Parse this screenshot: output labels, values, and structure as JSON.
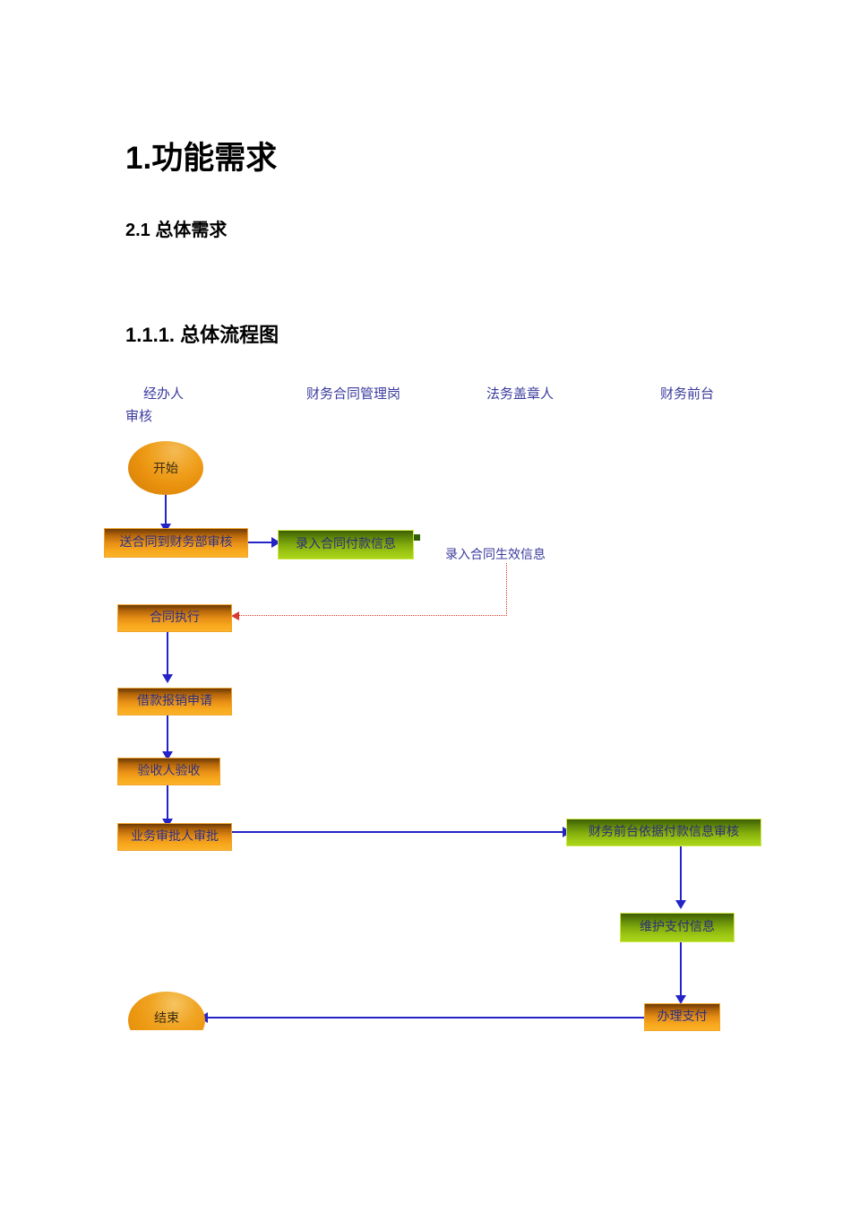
{
  "document": {
    "heading1": "1.功能需求",
    "heading2": "2.1 总体需求",
    "heading3": "1.1.1.   总体流程图"
  },
  "colors": {
    "heading_text": "#000000",
    "lane_header_text": "#3b3b9e",
    "node_orange_fill": "#e89016",
    "node_green_fill": "#84ae0d",
    "node_text": "#2d2d7a",
    "connector_blue": "#2323c8",
    "connector_red_dotted": "#d83a2f"
  },
  "flowchart": {
    "lanes": [
      {
        "id": "lane-operator",
        "label": "经办人",
        "sublabel": "审核"
      },
      {
        "id": "lane-finance-contract",
        "label": "财务合同管理岗",
        "sublabel": ""
      },
      {
        "id": "lane-legal-seal",
        "label": "法务盖章人",
        "sublabel": ""
      },
      {
        "id": "lane-finance-front",
        "label": "财务前台",
        "sublabel": ""
      }
    ],
    "nodes": [
      {
        "id": "start",
        "label": "开始",
        "shape": "ellipse",
        "color": "orange"
      },
      {
        "id": "send-contract",
        "label": "送合同到财务部审核",
        "shape": "rect",
        "color": "orange"
      },
      {
        "id": "enter-payment-info",
        "label": "录入合同付款信息",
        "shape": "rect",
        "color": "green"
      },
      {
        "id": "contract-execution",
        "label": "合同执行",
        "shape": "rect",
        "color": "orange"
      },
      {
        "id": "loan-reimbursement",
        "label": "借款报销申请",
        "shape": "rect",
        "color": "orange"
      },
      {
        "id": "acceptance-check",
        "label": "验收人验收",
        "shape": "rect",
        "color": "orange"
      },
      {
        "id": "business-approval",
        "label": "业务审批人审批",
        "shape": "rect",
        "color": "orange"
      },
      {
        "id": "front-desk-review",
        "label": "财务前台依据付款信息审核",
        "shape": "rect",
        "color": "green"
      },
      {
        "id": "maintain-payment-info",
        "label": "维护支付信息",
        "shape": "rect",
        "color": "green"
      },
      {
        "id": "process-payment",
        "label": "办理支付",
        "shape": "rect",
        "color": "orange"
      },
      {
        "id": "end",
        "label": "结束",
        "shape": "half-ellipse",
        "color": "orange"
      }
    ],
    "annotations": [
      {
        "id": "enter-effective-info",
        "label": "录入合同生效信息"
      }
    ]
  }
}
